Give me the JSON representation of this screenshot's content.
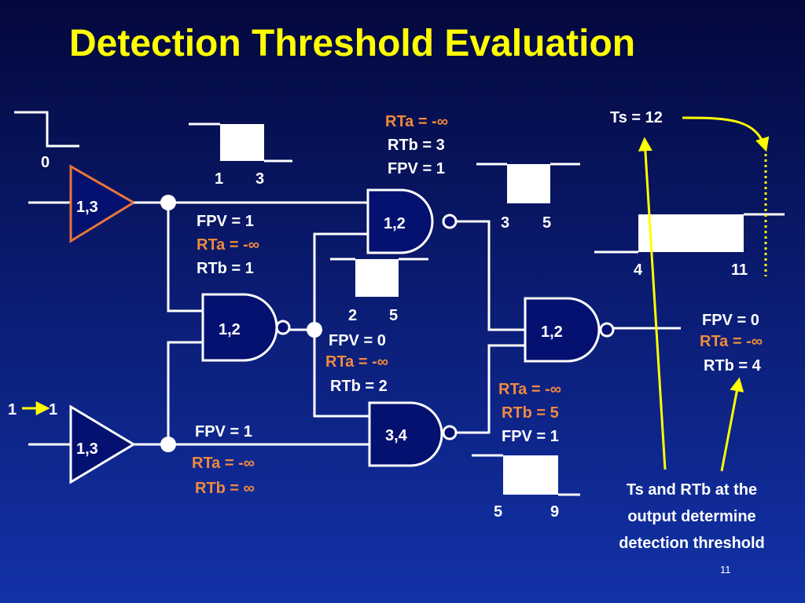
{
  "title": "Detection Threshold Evaluation",
  "slide_number": "11",
  "colors": {
    "accent_yellow": "#ffff00",
    "annotation_orange": "#f08a3c",
    "line_white": "#ffffff",
    "buffer_orange": "#e8763a"
  },
  "inputs": {
    "top": {
      "value": "0",
      "buffer": "1,3"
    },
    "bottom": {
      "from": "1",
      "to": "1",
      "buffer": "1,3"
    }
  },
  "gates": {
    "g1": {
      "label": "1,2"
    },
    "g2": {
      "label": "1,2"
    },
    "g3": {
      "label": "3,4"
    },
    "g4": {
      "label": "1,2"
    }
  },
  "pulses": {
    "p_top": {
      "start": "1",
      "end": "3"
    },
    "p_mid": {
      "start": "2",
      "end": "5"
    },
    "p_g1": {
      "start": "3",
      "end": "5"
    },
    "p_g3": {
      "start": "5",
      "end": "9"
    },
    "p_out": {
      "start": "4",
      "end": "11"
    }
  },
  "annotations": {
    "branch_top": {
      "fpv": "FPV = 1",
      "rta": "RTa = -∞",
      "rtb": "RTb = 1"
    },
    "g1_out": {
      "rta": "RTa = -∞",
      "rtb": "RTb = 3",
      "fpv": "FPV = 1"
    },
    "g2_out": {
      "fpv": "FPV = 0",
      "rta": "RTa = -∞",
      "rtb": "RTb = 2"
    },
    "branch_bottom": {
      "fpv": "FPV = 1",
      "rta": "RTa = -∞",
      "rtb": "RTb = ∞"
    },
    "g3_out": {
      "rta": "RTa = -∞",
      "rtb": "RTb = 5",
      "fpv": "FPV = 1"
    },
    "output": {
      "fpv": "FPV = 0",
      "rta": "RTa = -∞",
      "rtb": "RTb = 4"
    }
  },
  "ts_label": "Ts = 12",
  "note": [
    "Ts and RTb at the",
    "output determine",
    "detection threshold"
  ]
}
